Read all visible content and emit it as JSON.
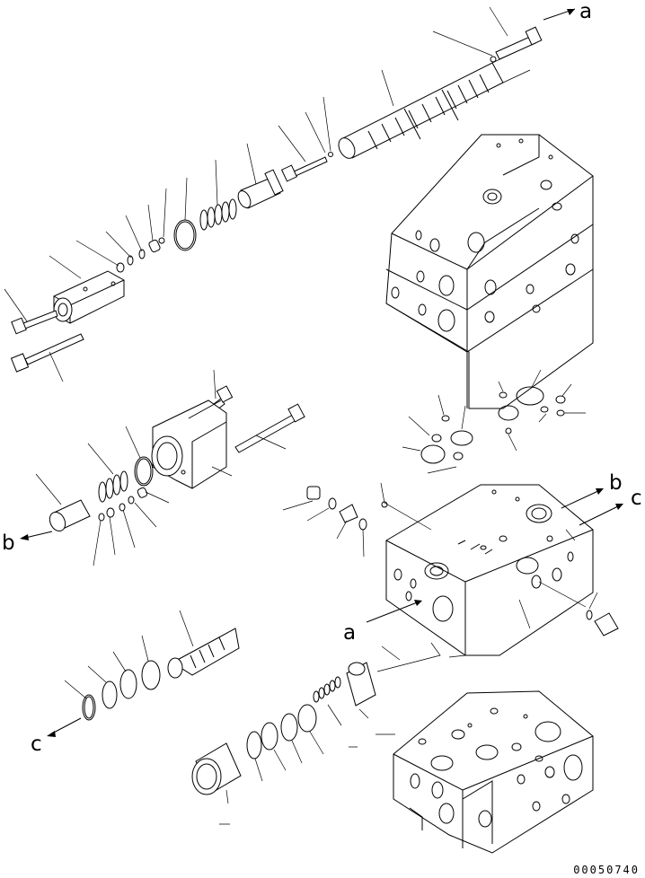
{
  "figure": {
    "part_code": "00050740",
    "flow_refs": [
      "a",
      "b",
      "c"
    ]
  }
}
